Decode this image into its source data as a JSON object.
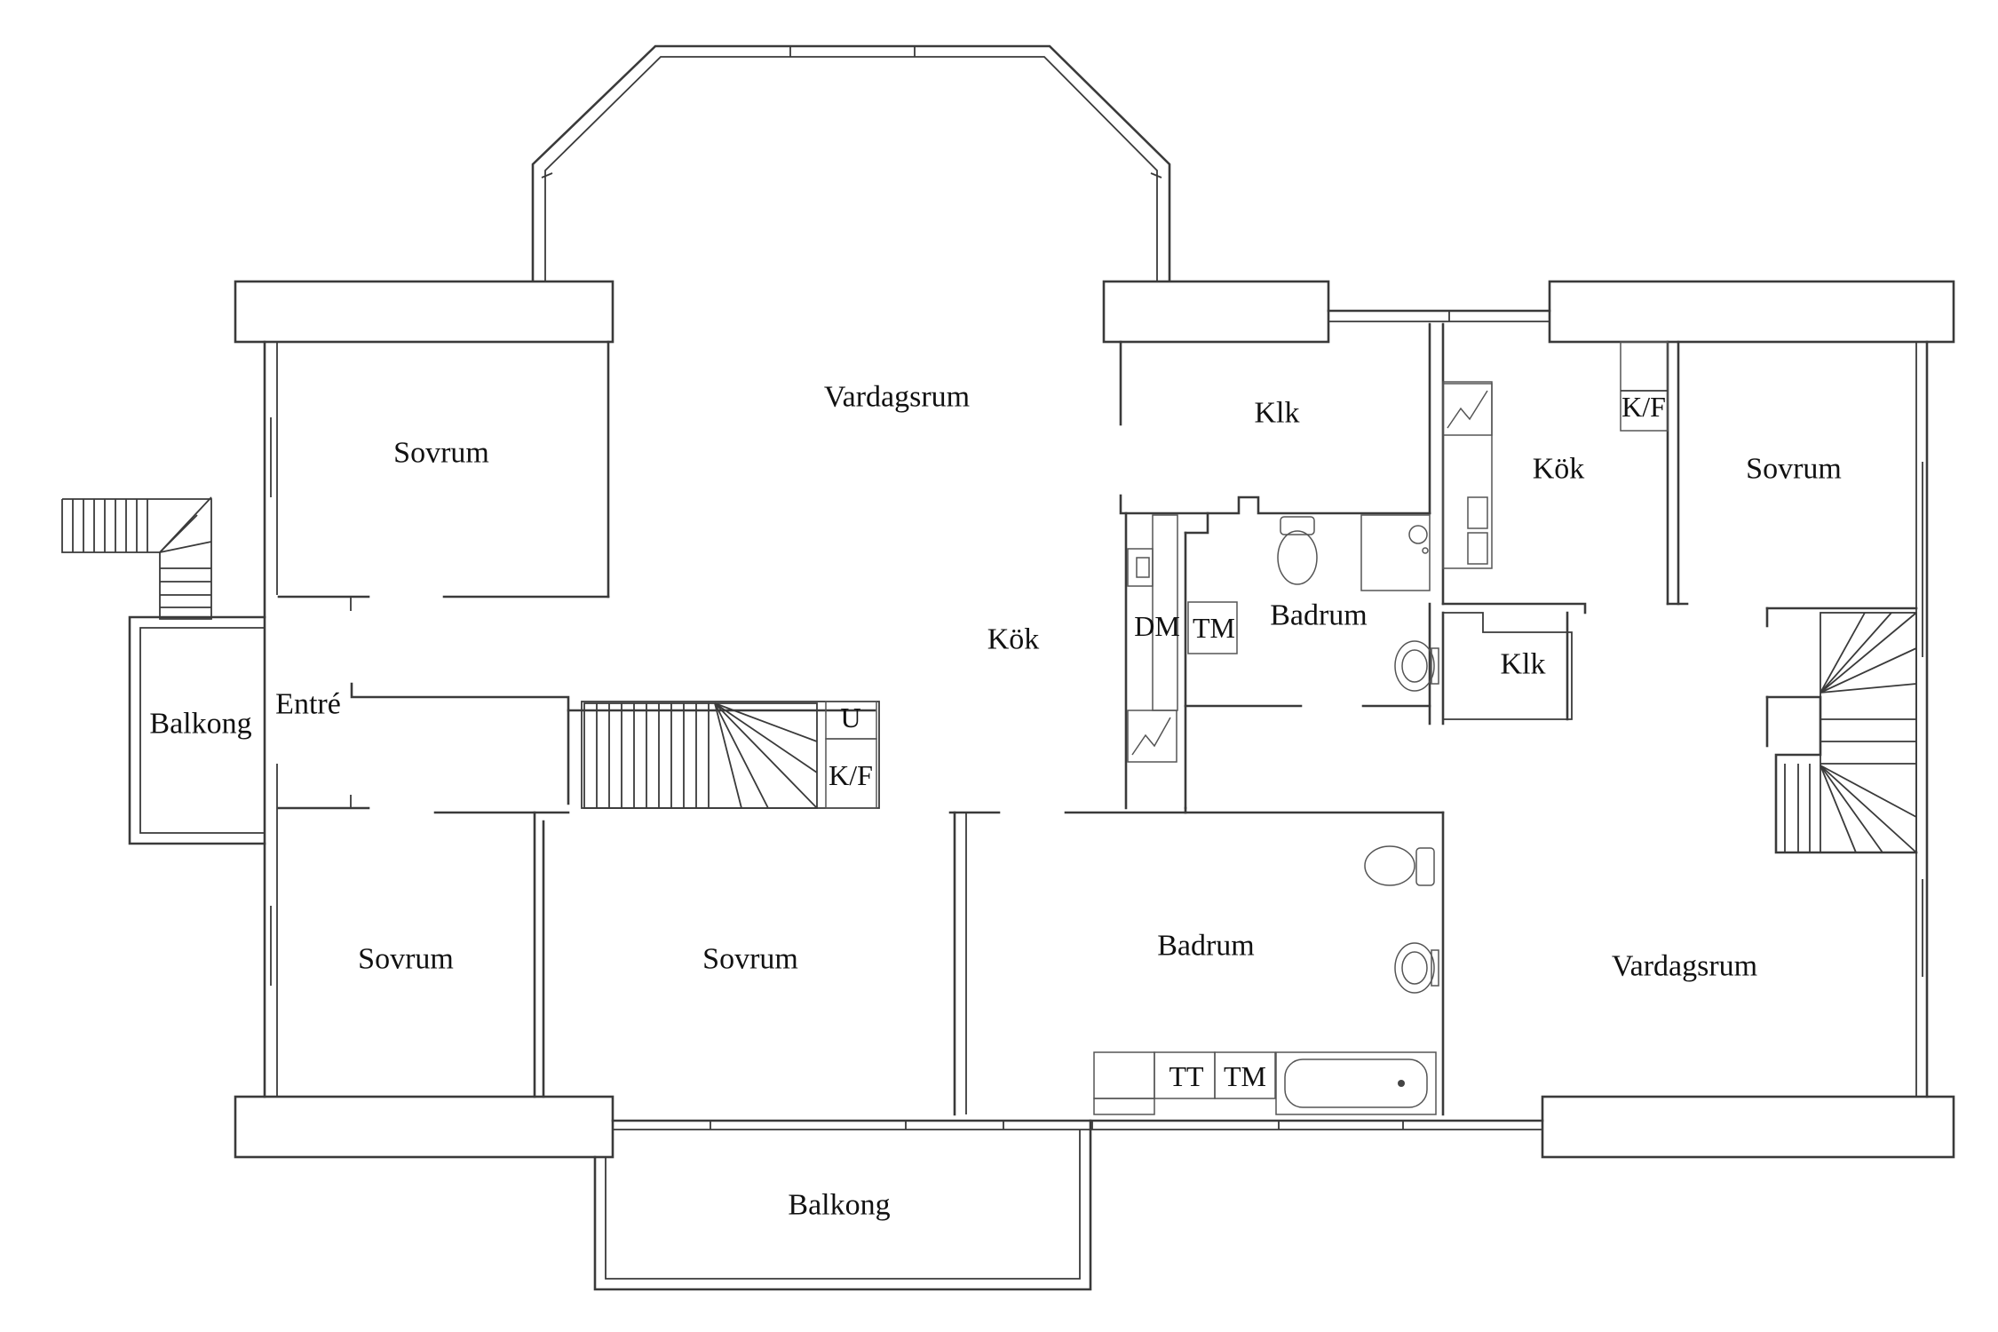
{
  "rooms": {
    "vardagsrum_main": "Vardagsrum",
    "sovrum_nw": "Sovrum",
    "balkong_w": "Balkong",
    "entre": "Entré",
    "kok_main": "Kök",
    "klk_top": "Klk",
    "badrum_top": "Badrum",
    "kok_east": "Kök",
    "sovrum_ne": "Sovrum",
    "klk_east": "Klk",
    "sovrum_sw": "Sovrum",
    "sovrum_s": "Sovrum",
    "badrum_south": "Badrum",
    "vardagsrum_east": "Vardagsrum",
    "balkong_s": "Balkong"
  },
  "appliances": {
    "u": "U",
    "kf_stair": "K/F",
    "dm": "DM",
    "tm_top": "TM",
    "kf_east": "K/F",
    "tt": "TT",
    "tm_bottom": "TM"
  }
}
